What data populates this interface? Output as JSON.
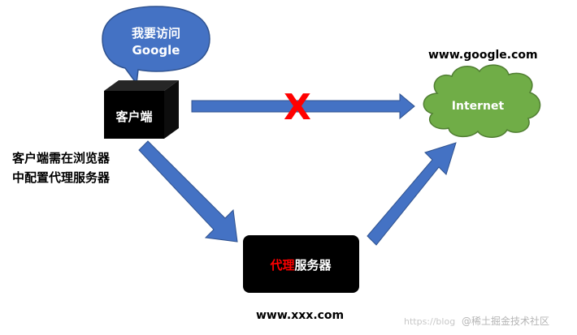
{
  "speech_bubble": {
    "line1": "我要访问",
    "line2": "Google"
  },
  "client": {
    "label": "客户端"
  },
  "client_note": {
    "line1": "客户端需在浏览器",
    "line2": "中配置代理服务器"
  },
  "internet": {
    "label": "Internet",
    "url": "www.google.com"
  },
  "proxy": {
    "label_highlight": "代理",
    "label_rest": "服务器",
    "url": "www.xxx.com"
  },
  "blocked_marker": "X",
  "watermark": {
    "url_text": "https://blog",
    "brand_text": "@稀土掘金技术社区"
  },
  "colors": {
    "arrow": "#4472c4",
    "cloud_fill": "#70ad47",
    "client_box": "#000000",
    "proxy_box": "#000000",
    "bubble_fill": "#4472c4",
    "blocked_x": "#ff0000",
    "proxy_highlight": "#ff0000"
  }
}
